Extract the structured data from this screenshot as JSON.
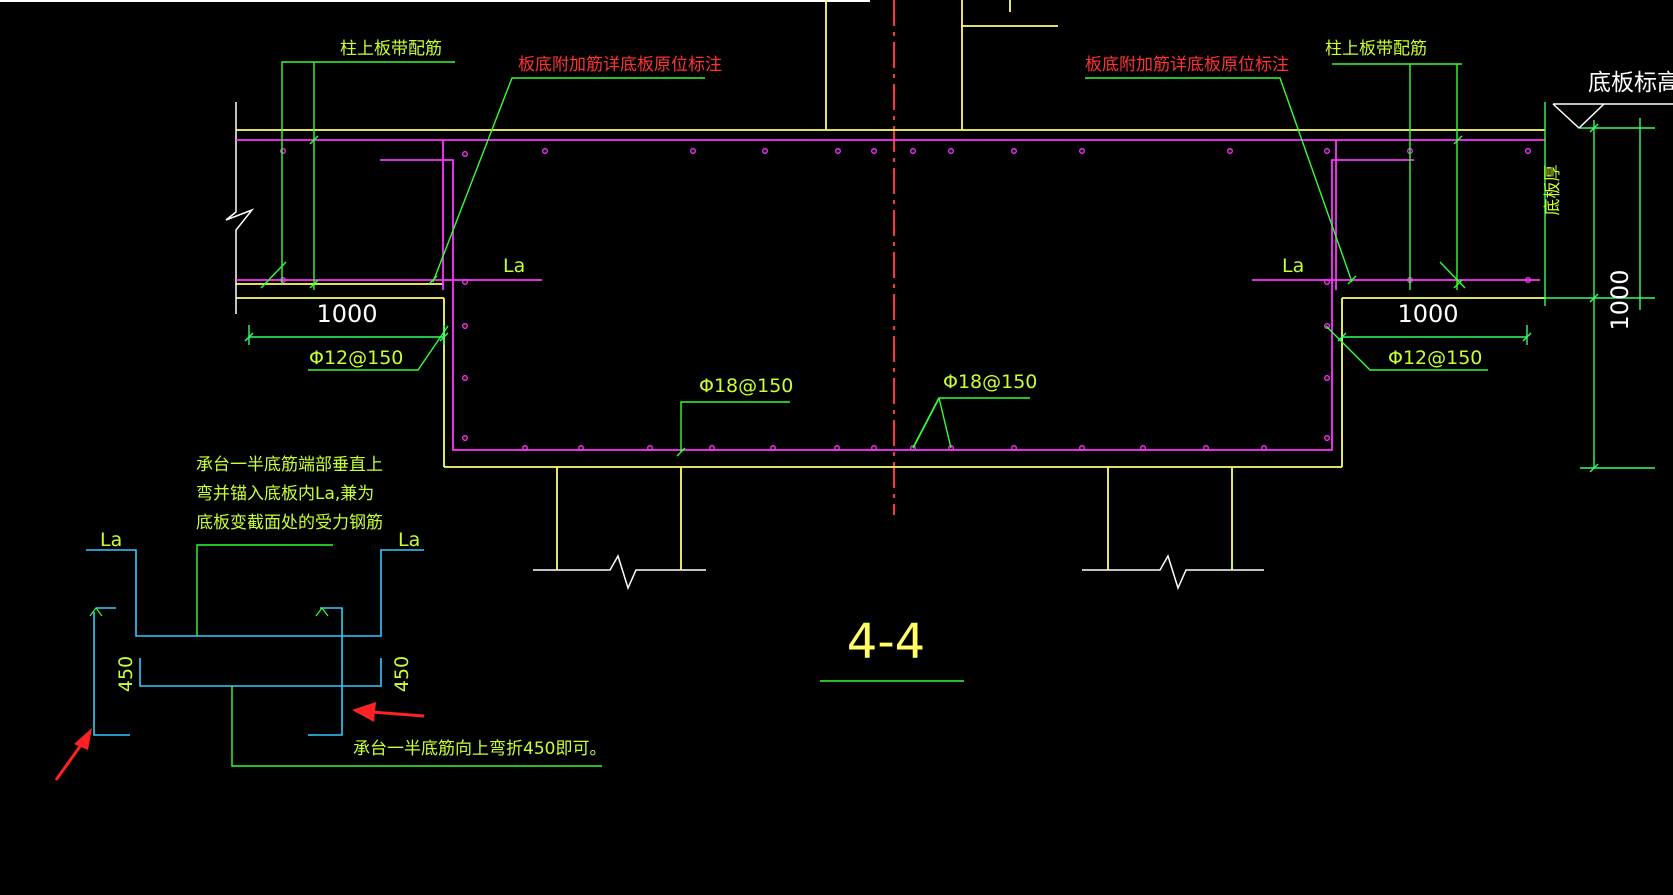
{
  "drawing": {
    "section_title": "4-4",
    "labels": {
      "column_strip_left": "柱上板带配筋",
      "column_strip_right": "柱上板带配筋",
      "additional_bars_left": "板底附加筋详底板原位标注",
      "additional_bars_right": "板底附加筋详底板原位标注",
      "slab_elevation": "底板标高",
      "slab_thickness": "底板厚",
      "la_left": "La",
      "la_right": "La",
      "dim_1000_left": "1000",
      "dim_1000_right": "1000",
      "dim_1000_vertical": "1000",
      "rebar_12_left": "Φ12@150",
      "rebar_12_right": "Φ12@150",
      "rebar_18_left": "Φ18@150",
      "rebar_18_right": "Φ18@150"
    },
    "detail": {
      "note_line1": "承台一半底筋端部垂直上",
      "note_line2": "弯并锚入底板内La,兼为",
      "note_line3": "底板变截面处的受力钢筋",
      "la_left": "La",
      "la_right": "La",
      "dim_450_left": "450",
      "dim_450_right": "450",
      "note_bottom": "承台一半底筋向上弯折450即可。"
    },
    "colors": {
      "background": "#000000",
      "concrete_outline": "#ffff66",
      "rebar": "#ff33ff",
      "leader_green": "#33ff33",
      "label_green": "#c8ff33",
      "label_red": "#ff3333",
      "dimension_green": "#33ff66",
      "detail_cyan": "#33ccff",
      "center_line": "#ff3333",
      "arrow_red": "#ff2222",
      "white": "#ffffff"
    }
  }
}
